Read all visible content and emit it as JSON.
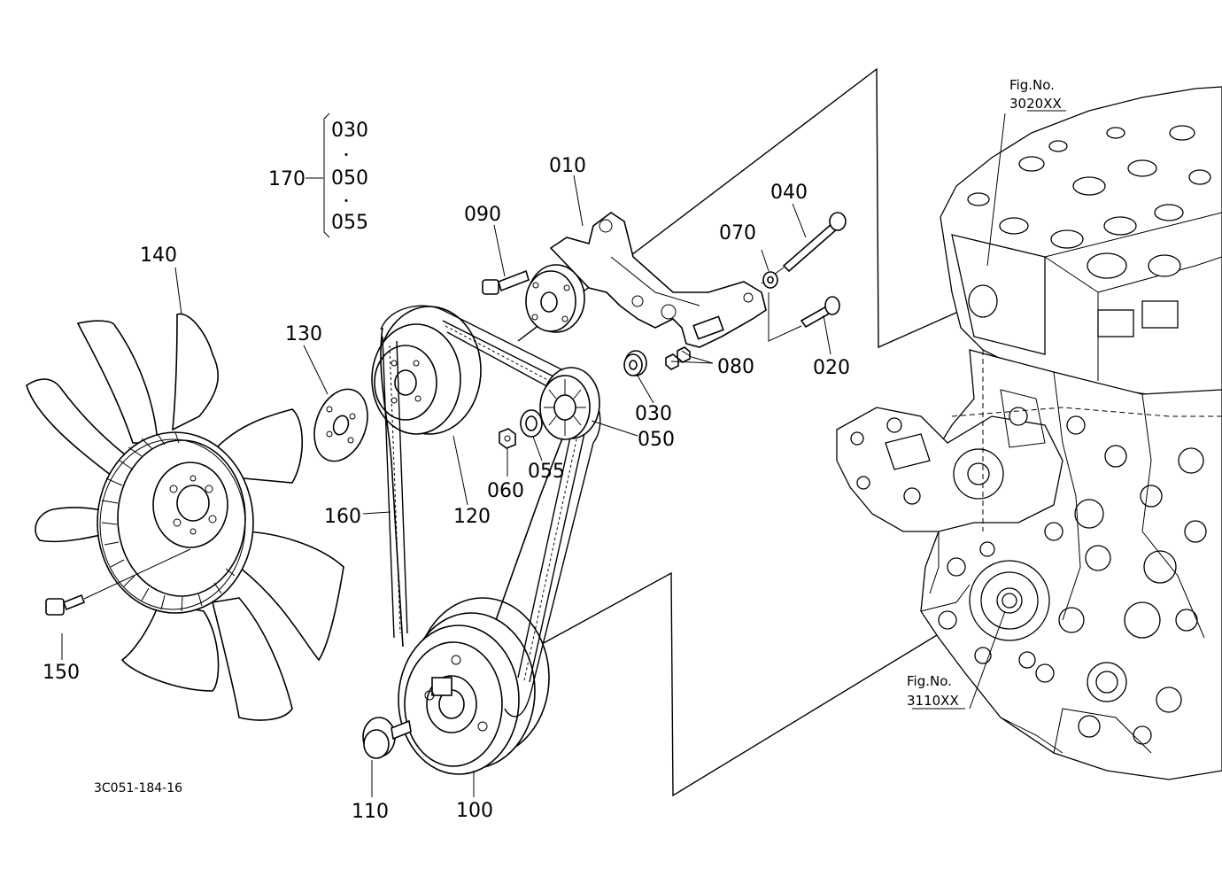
{
  "labels": {
    "p010": "010",
    "p020": "020",
    "p030": "030",
    "p040": "040",
    "p050": "050",
    "p055": "055",
    "p060": "060",
    "p070": "070",
    "p080": "080",
    "p090": "090",
    "p100": "100",
    "p110": "110",
    "p120": "120",
    "p130": "130",
    "p140": "140",
    "p150": "150",
    "p160": "160",
    "p170": "170"
  },
  "kit_170": {
    "items": [
      "030",
      "050",
      "055"
    ],
    "separator": "・"
  },
  "refs": {
    "fig_upper_line1": "Fig.No.",
    "fig_upper_line2": "3020XX",
    "fig_lower_line1": "Fig.No.",
    "fig_lower_line2": "3110XX"
  },
  "drawing_code": "3C051-184-16"
}
